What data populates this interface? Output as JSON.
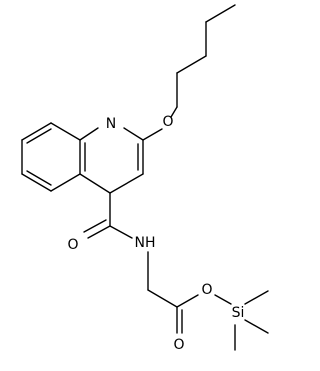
{
  "molecule": {
    "atoms": {
      "ring_nitrogen": "N",
      "ether_oxygen": "O",
      "carbonyl_oxygen_amide": "O",
      "amide_nitrogen": "NH",
      "carbonyl_oxygen_ester": "O",
      "ester_oxygen": "O",
      "silicon": "Si"
    }
  }
}
